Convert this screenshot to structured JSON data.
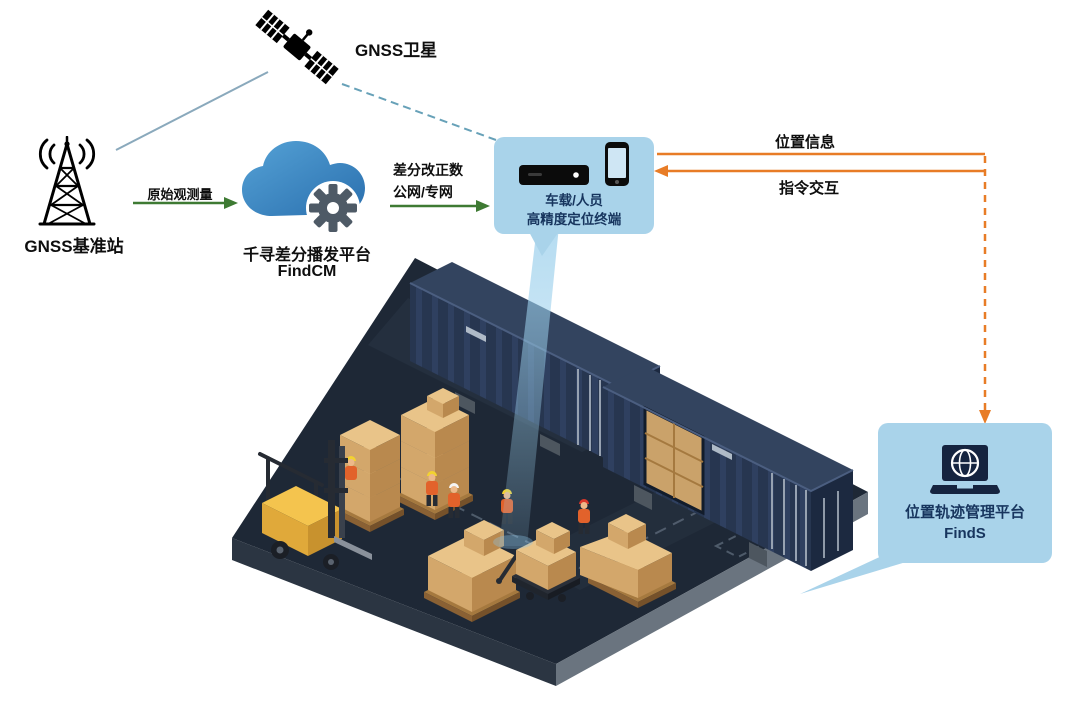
{
  "satellite": {
    "label": "GNSS卫星"
  },
  "base_station": {
    "label": "GNSS基准站"
  },
  "cloud_platform": {
    "title": "千寻差分播发平台",
    "product": "FindCM"
  },
  "link_raw_observation": {
    "label": "原始观测量"
  },
  "link_corrections": {
    "line1": "差分改正数",
    "line2": "公网/专网"
  },
  "terminal_panel": {
    "line1": "车载/人员",
    "line2": "高精度定位终端"
  },
  "link_position_info": {
    "label": "位置信息"
  },
  "link_command": {
    "label": "指令交互"
  },
  "management_platform": {
    "title": "位置轨迹管理平台",
    "product": "FindS"
  },
  "colors": {
    "panel_bg": "#a9d3ea",
    "panel_text": "#17355e",
    "cloud_blue": "#2e7fc0",
    "gear_gray": "#4e5a66",
    "green_arrow": "#3e7a33",
    "orange_arrow": "#e87c26",
    "satellite_link": "#8aa9bc",
    "terminal_link": "#67a1b8",
    "platform_dark": "#1e2836",
    "container_navy": "#273650",
    "box_tan": "#d3a76b",
    "forklift_yellow": "#f4c44e",
    "beam_blue": "#9cd0ec"
  }
}
